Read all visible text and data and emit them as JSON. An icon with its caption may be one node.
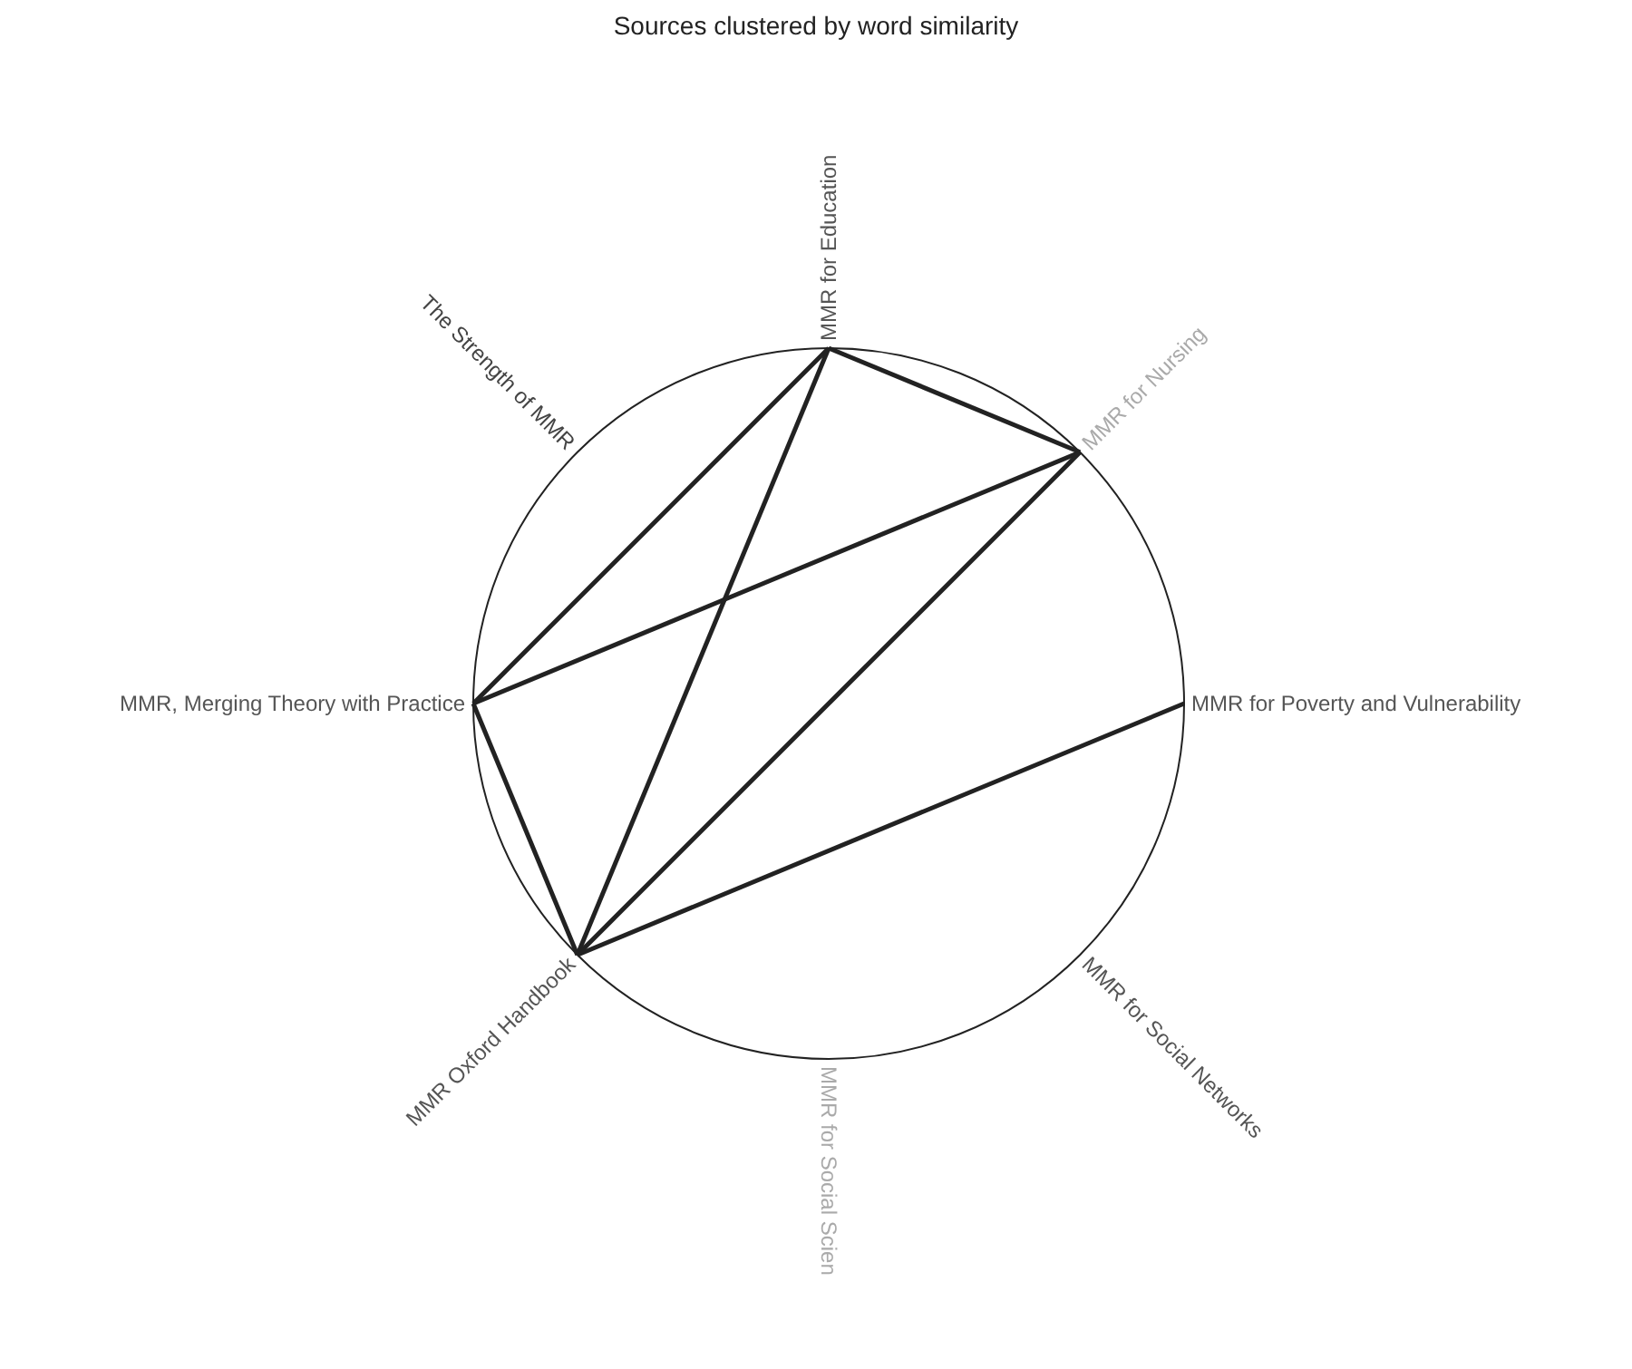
{
  "diagram": {
    "title": "Sources clustered by word similarity",
    "nodes": [
      {
        "text": [
          "MMR for Education"
        ]
      },
      {
        "text": [
          "MMR for Nursing"
        ]
      },
      {
        "text": [
          "MMR for Poverty and Vulnerability"
        ]
      },
      {
        "text": [
          "MMR for Social Networks"
        ]
      },
      {
        "text": [
          "MMR for Social Scien"
        ]
      },
      {
        "text": [
          "MMR Oxford Handbook"
        ]
      },
      {
        "text": [
          "MMR, Merging Theory with Practice"
        ]
      },
      {
        "text": [
          "The Strength of MMR"
        ]
      }
    ],
    "edges": [
      {
        "from": 0,
        "to": 1,
        "arrow": "none"
      },
      {
        "from": 0,
        "to": 6,
        "arrow": "none"
      },
      {
        "from": 0,
        "to": 5,
        "arrow": "none"
      },
      {
        "from": 1,
        "to": 6,
        "arrow": "none"
      },
      {
        "from": 1,
        "to": 5,
        "arrow": "none"
      },
      {
        "from": 2,
        "to": 5,
        "arrow": "none"
      },
      {
        "from": 6,
        "to": 5,
        "arrow": "none"
      }
    ]
  }
}
